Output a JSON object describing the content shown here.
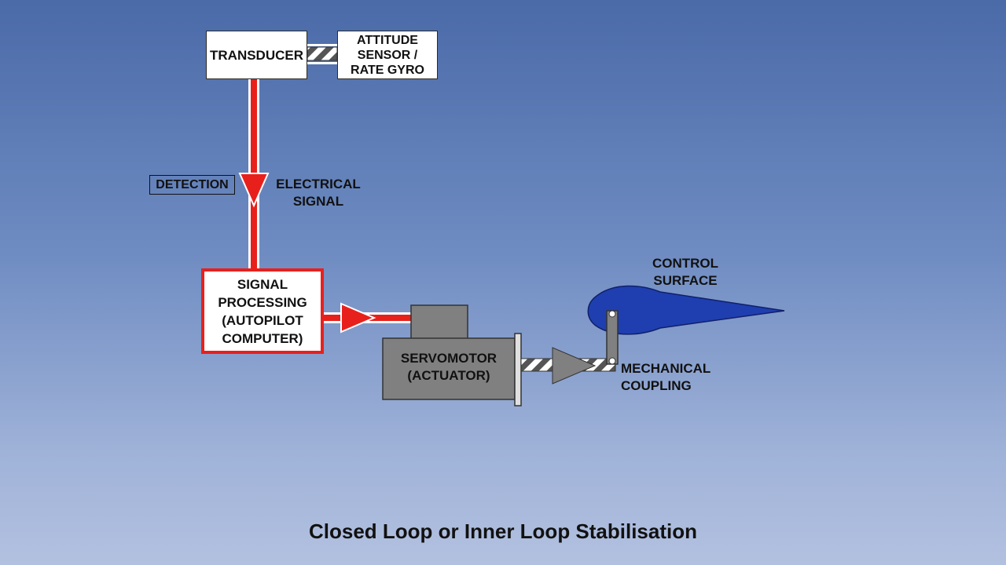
{
  "diagram": {
    "nodes": {
      "transducer": "TRANSDUCER",
      "attitude_sensor": "ATTITUDE\nSENSOR /\nRATE GYRO",
      "detection": "DETECTION",
      "signal_processing": "SIGNAL\nPROCESSING\n(AUTOPILOT\nCOMPUTER)",
      "servomotor": "SERVOMOTOR\n(ACTUATOR)"
    },
    "labels": {
      "electrical_signal": "ELECTRICAL\nSIGNAL",
      "control_surface": "CONTROL\nSURFACE",
      "mechanical_coupling": "MECHANICAL\nCOUPLING"
    },
    "caption": "Closed Loop or Inner Loop Stabilisation"
  },
  "colors": {
    "signal_line": "#e8201c",
    "servo_body": "#808080",
    "control_surface": "#1f3fb0"
  }
}
